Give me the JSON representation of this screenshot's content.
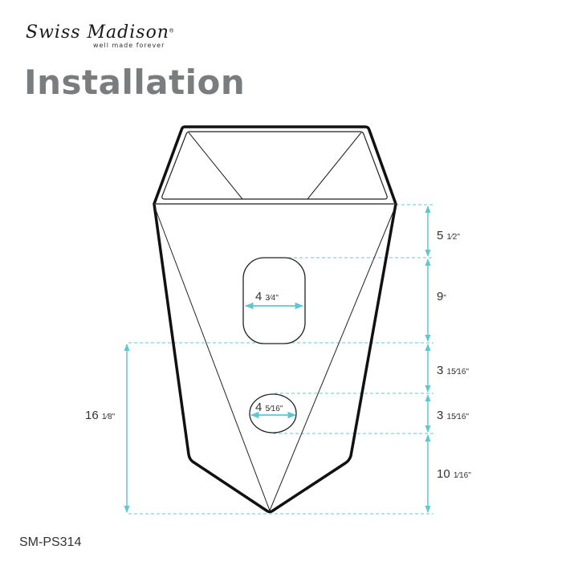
{
  "brand": {
    "name": "Swiss Madison",
    "registered": "®",
    "tagline": "well made forever"
  },
  "title": "Installation",
  "model": "SM-PS314",
  "colors": {
    "title_gray": "#7b7c7e",
    "dimension_teal": "#5cc8d4",
    "outline": "#111111"
  },
  "dimensions": {
    "right": [
      {
        "whole": "5",
        "frac": "1⁄2",
        "unit": "\""
      },
      {
        "whole": "9",
        "frac": "",
        "unit": "\""
      },
      {
        "whole": "3",
        "frac": "15⁄16",
        "unit": "\""
      },
      {
        "whole": "3",
        "frac": "15⁄16",
        "unit": "\""
      },
      {
        "whole": "10",
        "frac": "1⁄16",
        "unit": "\""
      }
    ],
    "left": {
      "whole": "16",
      "frac": "1⁄8",
      "unit": "\""
    },
    "upper_opening_width": {
      "whole": "4",
      "frac": "3⁄4",
      "unit": "\""
    },
    "lower_opening_width": {
      "whole": "4",
      "frac": "5⁄16",
      "unit": "\""
    }
  }
}
